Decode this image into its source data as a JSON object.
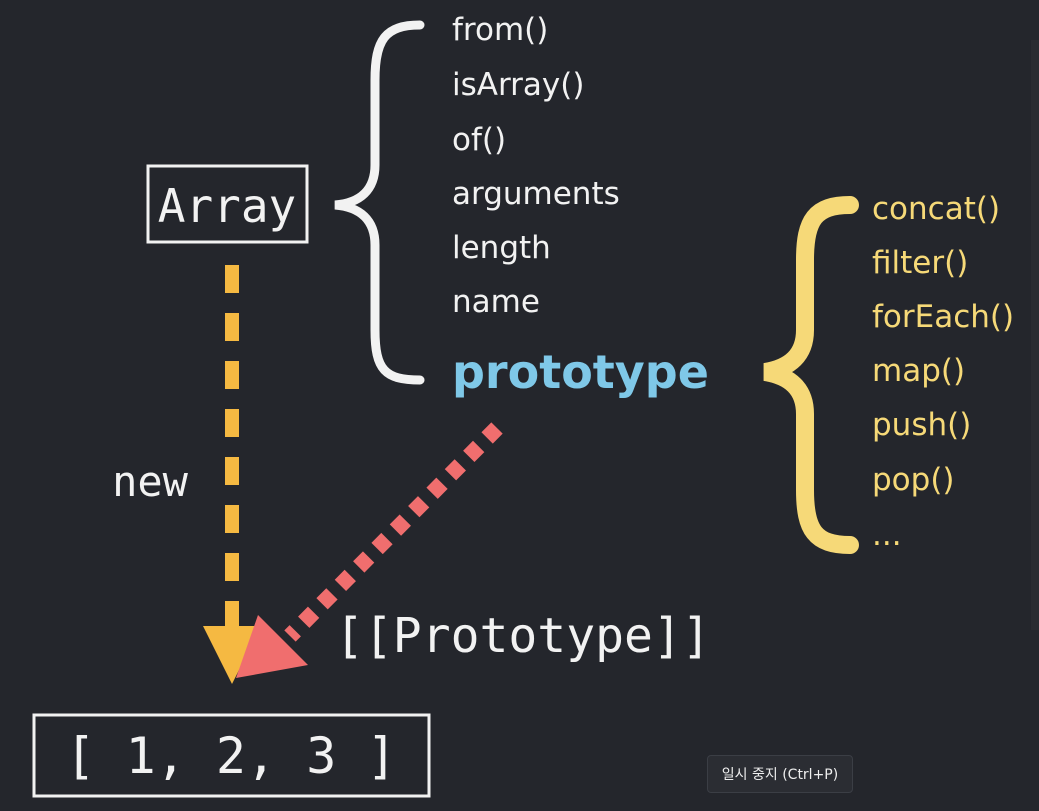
{
  "diagram": {
    "array_box_label": "Array",
    "static_members": [
      "from()",
      "isArray()",
      "of()",
      "arguments",
      "length",
      "name"
    ],
    "prototype_label": "prototype",
    "prototype_methods": [
      "concat()",
      "filter()",
      "forEach()",
      "map()",
      "push()",
      "pop()",
      "..."
    ],
    "new_label": "new",
    "internal_prototype_label": "[[Prototype]]",
    "instance_label": "[ 1, 2, 3 ]"
  },
  "colors": {
    "background": "#24262c",
    "text_white": "#f2f2f2",
    "prototype_blue": "#7fc8e8",
    "method_yellow": "#f6d978",
    "new_arrow_orange": "#f5b942",
    "prototype_arrow_red": "#f06e6e"
  },
  "tooltip": {
    "text": "일시 중지 (Ctrl+P)"
  }
}
